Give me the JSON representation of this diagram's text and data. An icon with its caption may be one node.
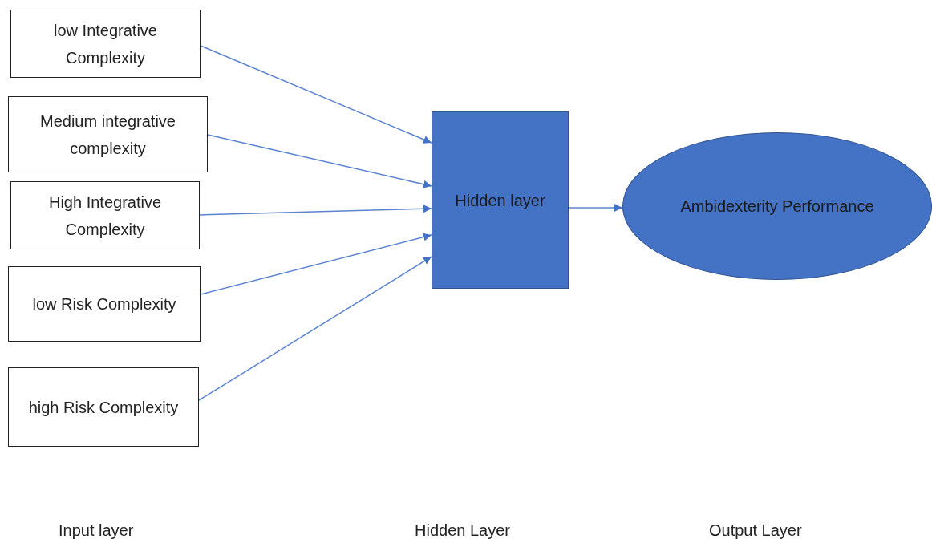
{
  "diagram": {
    "nodes": [
      {
        "text": [
          "low Integrative Complexity"
        ]
      },
      {
        "text": [
          "Medium integrative complexity"
        ]
      },
      {
        "text": [
          "High Integrative Complexity"
        ]
      },
      {
        "text": [
          "low Risk Complexity"
        ]
      },
      {
        "text": [
          "high Risk Complexity"
        ]
      },
      {
        "text": [
          "Hidden layer"
        ]
      },
      {
        "text": [
          "Ambidexterity Performance"
        ]
      }
    ],
    "edges": [
      {
        "from": 0,
        "to": 5,
        "arrow": "to"
      },
      {
        "from": 1,
        "to": 5,
        "arrow": "to"
      },
      {
        "from": 2,
        "to": 5,
        "arrow": "to"
      },
      {
        "from": 3,
        "to": 5,
        "arrow": "to"
      },
      {
        "from": 4,
        "to": 5,
        "arrow": "to"
      },
      {
        "from": 5,
        "to": 6,
        "arrow": "to"
      }
    ],
    "labels": [
      "Input layer",
      "Hidden Layer",
      "Output Layer"
    ]
  }
}
